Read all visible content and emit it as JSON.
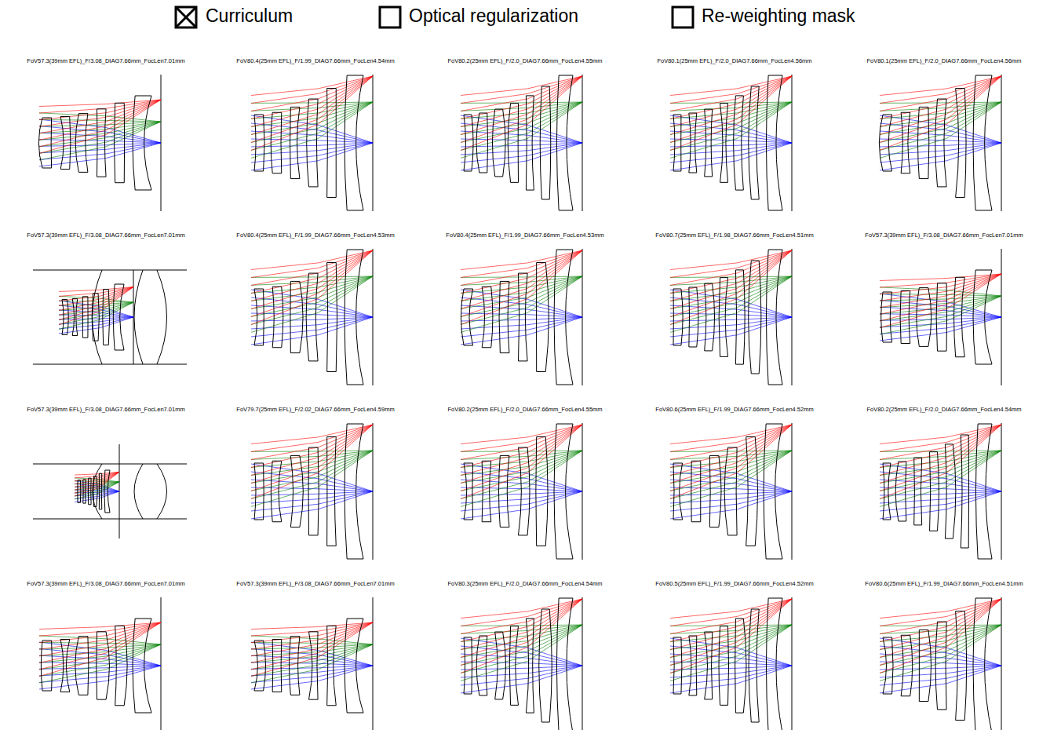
{
  "diagram": {
    "labels": [
      "Curriculum",
      "Optical regularization",
      "Re-weighting mask",
      "FoV57.3(39mm EFL)_F/3.08_DIAG7.66mm_FocLen7.01mm",
      "FoV80.4(25mm EFL)_F/1.99_DIAG7.66mm_FocLen4.54mm",
      "FoV80.2(25mm EFL)_F/2.0_DIAG7.66mm_FocLen4.55mm",
      "FoV80.1(25mm EFL)_F/2.0_DIAG7.66mm_FocLen4.56mm",
      "FoV80.1(25mm EFL)_F/2.0_DIAG7.66mm_FocLen4.56mm",
      "FoV57.3(39mm EFL)_F/3.08_DIAG7.66mm_FocLen7.01mm",
      "FoV80.4(25mm EFL)_F/1.99_DIAG7.66mm_FocLen4.53mm",
      "FoV80.4(25mm EFL)_F/1.99_DIAG7.66mm_FocLen4.53mm",
      "FoV80.7(25mm EFL)_F/1.98_DIAG7.66mm_FocLen4.51mm",
      "FoV57.3(39mm EFL)_F/3.08_DIAG7.66mm_FocLen7.01mm",
      "FoV57.3(39mm EFL)_F/3.08_DIAG7.66mm_FocLen7.01mm",
      "FoV79.7(25mm EFL)_F/2.02_DIAG7.66mm_FocLen4.59mm",
      "FoV80.2(25mm EFL)_F/2.0_DIAG7.66mm_FocLen4.55mm",
      "FoV80.6(25mm EFL)_F/1.99_DIAG7.66mm_FocLen4.52mm",
      "FoV80.2(25mm EFL)_F/2.0_DIAG7.66mm_FocLen4.54mm",
      "FoV57.3(39mm EFL)_F/3.08_DIAG7.66mm_FocLen7.01mm",
      "FoV57.3(39mm EFL)_F/3.08_DIAG7.66mm_FocLen7.01mm",
      "FoV80.3(25mm EFL)_F/2.0_DIAG7.66mm_FocLen4.54mm",
      "FoV80.5(25mm EFL)_F/1.99_DIAG7.66mm_FocLen4.52mm",
      "FoV80.6(25mm EFL)_F/1.99_DIAG7.66mm_FocLen4.51mm"
    ]
  }
}
